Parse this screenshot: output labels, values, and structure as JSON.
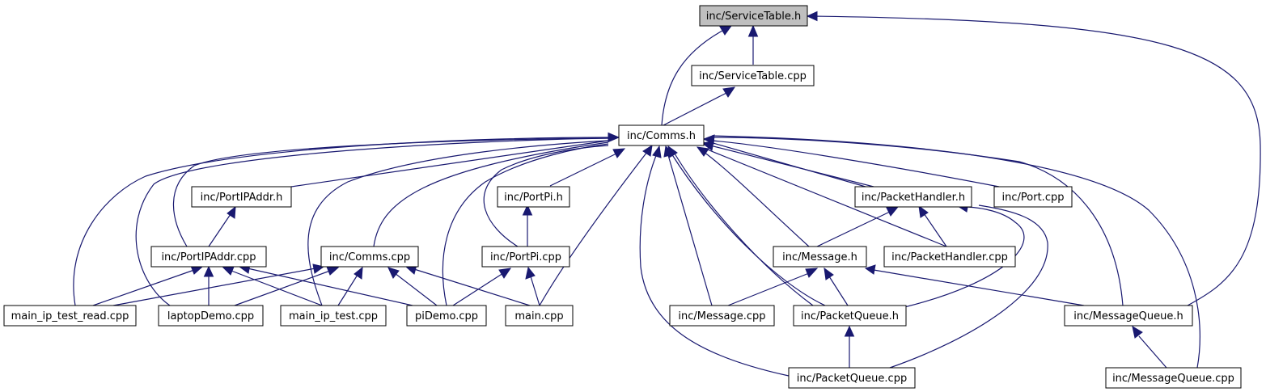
{
  "graph": {
    "colors": {
      "edge": "#191970",
      "root_fill": "#bfbfbf",
      "node_fill": "#ffffff",
      "border": "#000000"
    },
    "nodes": [
      {
        "id": "service_table_h",
        "label": "inc/ServiceTable.h",
        "root": true
      },
      {
        "id": "service_table_cpp",
        "label": "inc/ServiceTable.cpp"
      },
      {
        "id": "comms_h",
        "label": "inc/Comms.h"
      },
      {
        "id": "port_ipaddr_h",
        "label": "inc/PortIPAddr.h"
      },
      {
        "id": "port_pi_h",
        "label": "inc/PortPi.h"
      },
      {
        "id": "packet_handler_h",
        "label": "inc/PacketHandler.h"
      },
      {
        "id": "port_cpp",
        "label": "inc/Port.cpp"
      },
      {
        "id": "port_ipaddr_cpp",
        "label": "inc/PortIPAddr.cpp"
      },
      {
        "id": "comms_cpp",
        "label": "inc/Comms.cpp"
      },
      {
        "id": "port_pi_cpp",
        "label": "inc/PortPi.cpp"
      },
      {
        "id": "message_h",
        "label": "inc/Message.h"
      },
      {
        "id": "packet_handler_cpp",
        "label": "inc/PacketHandler.cpp"
      },
      {
        "id": "main_ip_test_read_cpp",
        "label": "main_ip_test_read.cpp"
      },
      {
        "id": "laptop_demo_cpp",
        "label": "laptopDemo.cpp"
      },
      {
        "id": "main_ip_test_cpp",
        "label": "main_ip_test.cpp"
      },
      {
        "id": "pi_demo_cpp",
        "label": "piDemo.cpp"
      },
      {
        "id": "main_cpp",
        "label": "main.cpp"
      },
      {
        "id": "message_cpp",
        "label": "inc/Message.cpp"
      },
      {
        "id": "packet_queue_h",
        "label": "inc/PacketQueue.h"
      },
      {
        "id": "message_queue_h",
        "label": "inc/MessageQueue.h"
      },
      {
        "id": "packet_queue_cpp",
        "label": "inc/PacketQueue.cpp"
      },
      {
        "id": "message_queue_cpp",
        "label": "inc/MessageQueue.cpp"
      }
    ]
  }
}
